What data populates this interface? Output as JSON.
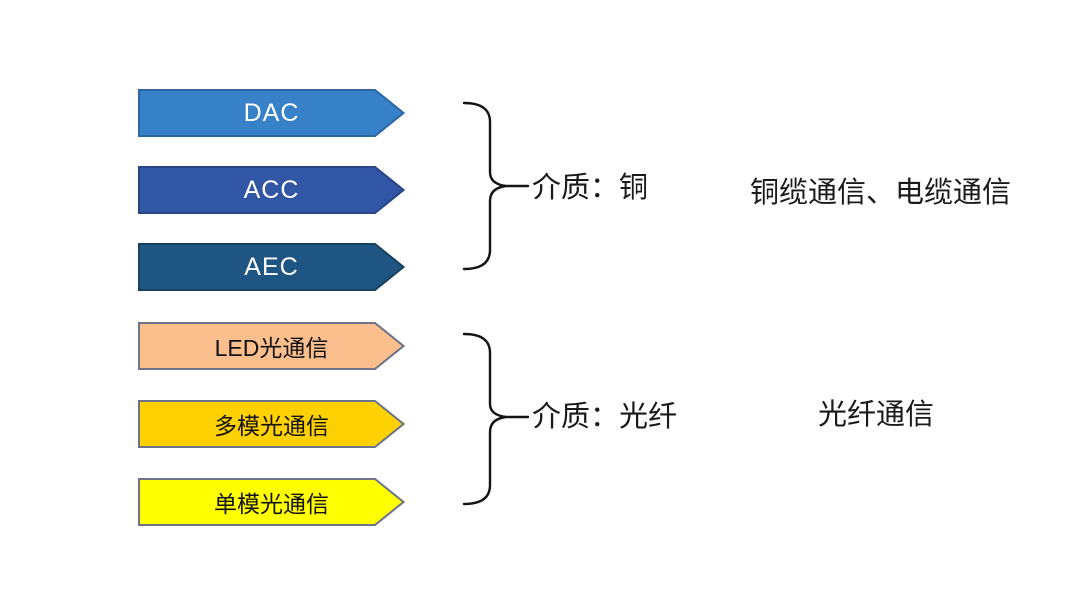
{
  "diagram": {
    "background": "#FFFFFF",
    "brace_color": "#141414",
    "arrows": [
      {
        "label": "DAC",
        "fill": "#3781C9",
        "stroke": "#2E66A3",
        "text_color": "#FFFFFF"
      },
      {
        "label": "ACC",
        "fill": "#3056A5",
        "stroke": "#264684",
        "text_color": "#FFFFFF"
      },
      {
        "label": "AEC",
        "fill": "#1F5582",
        "stroke": "#17415F",
        "text_color": "#FFFFFF"
      },
      {
        "label": "LED光通信",
        "fill": "#FBBE8D",
        "stroke": "#6E7387",
        "text_color": "#111111"
      },
      {
        "label": "多模光通信",
        "fill": "#FFD100",
        "stroke": "#6E7387",
        "text_color": "#111111"
      },
      {
        "label": "单模光通信",
        "fill": "#FFFF00",
        "stroke": "#6E7387",
        "text_color": "#111111"
      }
    ],
    "groups": [
      {
        "media_label": "介质：铜",
        "description": "铜缆通信、电缆通信"
      },
      {
        "media_label": "介质：光纤",
        "description": "光纤通信"
      }
    ]
  }
}
